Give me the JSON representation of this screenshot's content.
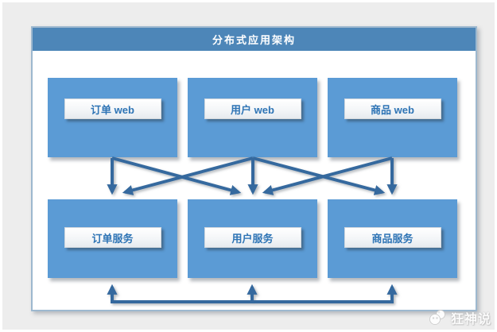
{
  "diagram": {
    "title": "分布式应用架构",
    "colors": {
      "page_background": "#ededed",
      "title_bar": "#4d86b8",
      "node_fill": "#5b9bd5",
      "label_text": "#2e74b5",
      "arrow": "#35699e",
      "frame_border": "#9db8cf"
    },
    "top_row": [
      {
        "id": "order-web",
        "label": "订单 web"
      },
      {
        "id": "user-web",
        "label": "用户 web"
      },
      {
        "id": "product-web",
        "label": "商品 web"
      }
    ],
    "bottom_row": [
      {
        "id": "order-service",
        "label": "订单服务"
      },
      {
        "id": "user-service",
        "label": "用户服务"
      },
      {
        "id": "product-service",
        "label": "商品服务"
      }
    ],
    "connections": [
      {
        "from": "order-web",
        "to": "order-service"
      },
      {
        "from": "order-web",
        "to": "user-service"
      },
      {
        "from": "user-web",
        "to": "order-service"
      },
      {
        "from": "user-web",
        "to": "user-service"
      },
      {
        "from": "user-web",
        "to": "product-service"
      },
      {
        "from": "product-web",
        "to": "user-service"
      },
      {
        "from": "product-web",
        "to": "product-service"
      }
    ],
    "service_bus": {
      "description": "horizontal line below services with upward arrows into each service",
      "targets": [
        "order-service",
        "user-service",
        "product-service"
      ]
    }
  },
  "watermark": {
    "text": "狂神说",
    "icon": "panda-logo-icon"
  }
}
